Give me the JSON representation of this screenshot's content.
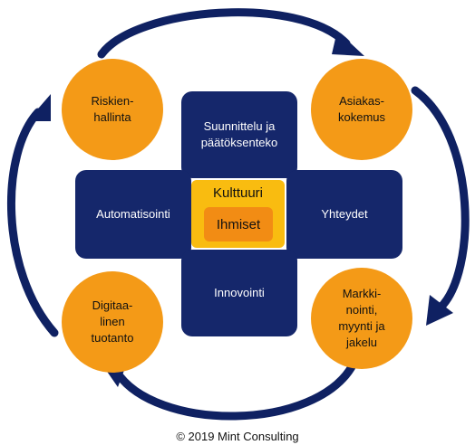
{
  "boxes": {
    "top": "Suunnittelu ja\npäätöksenteko",
    "left": "Automatisointi",
    "right": "Yhteydet",
    "bottom": "Innovointi"
  },
  "center": {
    "outer": "Kulttuuri",
    "inner": "Ihmiset"
  },
  "circles": {
    "top_left": "Riskien-\nhallinta",
    "top_right": "Asiakas-\nkokemus",
    "bottom_left": "Digitaa-\nlinen\ntuotanto",
    "bottom_right": "Markki-\nnointi,\nmyynti ja\njakelu"
  },
  "copyright": "© 2019 Mint Consulting",
  "colors": {
    "navy": "#15276b",
    "orange": "#f49a17",
    "yellow": "#f9bc10",
    "dark_orange": "#f28c14"
  }
}
